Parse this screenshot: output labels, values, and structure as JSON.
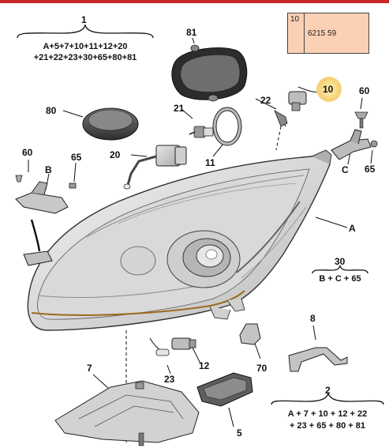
{
  "reference": {
    "number": "10",
    "code": "6215 59"
  },
  "highlight_callout": "10",
  "callouts": {
    "c1": "1",
    "c81": "81",
    "c80": "80",
    "c21": "21",
    "c22": "22",
    "c60_right": "60",
    "c20": "20",
    "c11": "11",
    "c60_left": "60",
    "c65_left": "65",
    "cB": "B",
    "cC": "C",
    "c65_right": "65",
    "cA": "A",
    "c30": "30",
    "c8": "8",
    "c7": "7",
    "c23": "23",
    "c12": "12",
    "c70": "70",
    "c2": "2",
    "c5": "5"
  },
  "formulas": {
    "f1_line1": "A+5+7+10+11+12+20",
    "f1_line2": "+21+22+23+30+65+80+81",
    "f30": "B + C + 65",
    "f2_line1": "A + 7 + 10 + 12 + 22",
    "f2_line2": "+ 23 + 65 + 80 + 81"
  },
  "colors": {
    "accent_bar": "#c8262c",
    "reference_fill": "#fbd0b4",
    "highlight": "#f6cf74"
  }
}
